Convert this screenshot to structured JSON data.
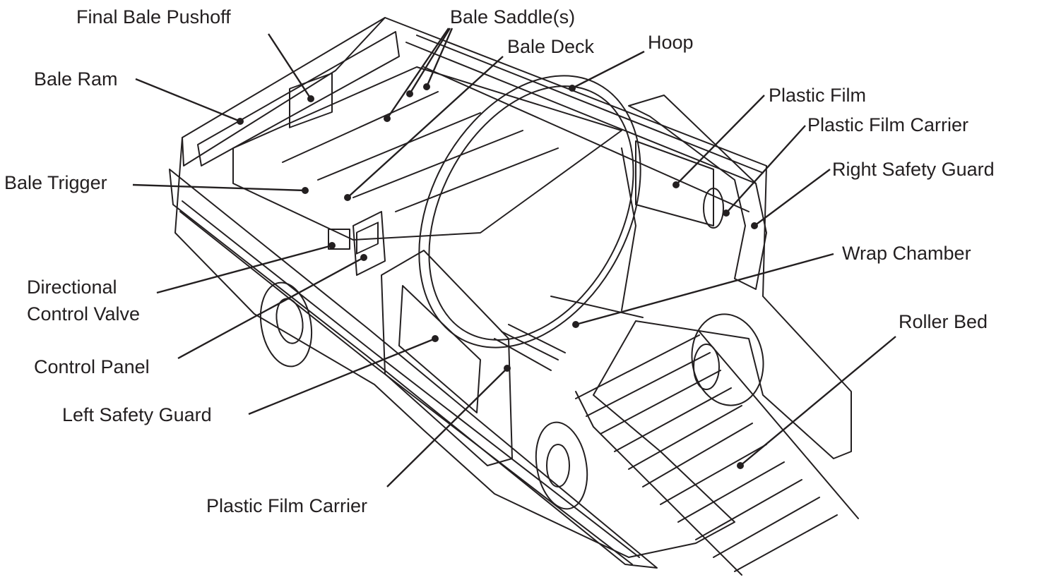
{
  "diagram": {
    "labels": {
      "final_bale_pushoff": "Final Bale Pushoff",
      "bale_saddles": "Bale Saddle(s)",
      "bale_deck": "Bale Deck",
      "hoop": "Hoop",
      "bale_ram": "Bale Ram",
      "plastic_film": "Plastic Film",
      "plastic_film_carrier_right": "Plastic Film Carrier",
      "right_safety_guard": "Right Safety Guard",
      "bale_trigger": "Bale Trigger",
      "wrap_chamber": "Wrap Chamber",
      "directional_control_valve": "Directional\nControl Valve",
      "roller_bed": "Roller Bed",
      "control_panel": "Control Panel",
      "left_safety_guard": "Left Safety Guard",
      "plastic_film_carrier_left": "Plastic Film Carrier"
    },
    "ink_color": "#231f20"
  }
}
